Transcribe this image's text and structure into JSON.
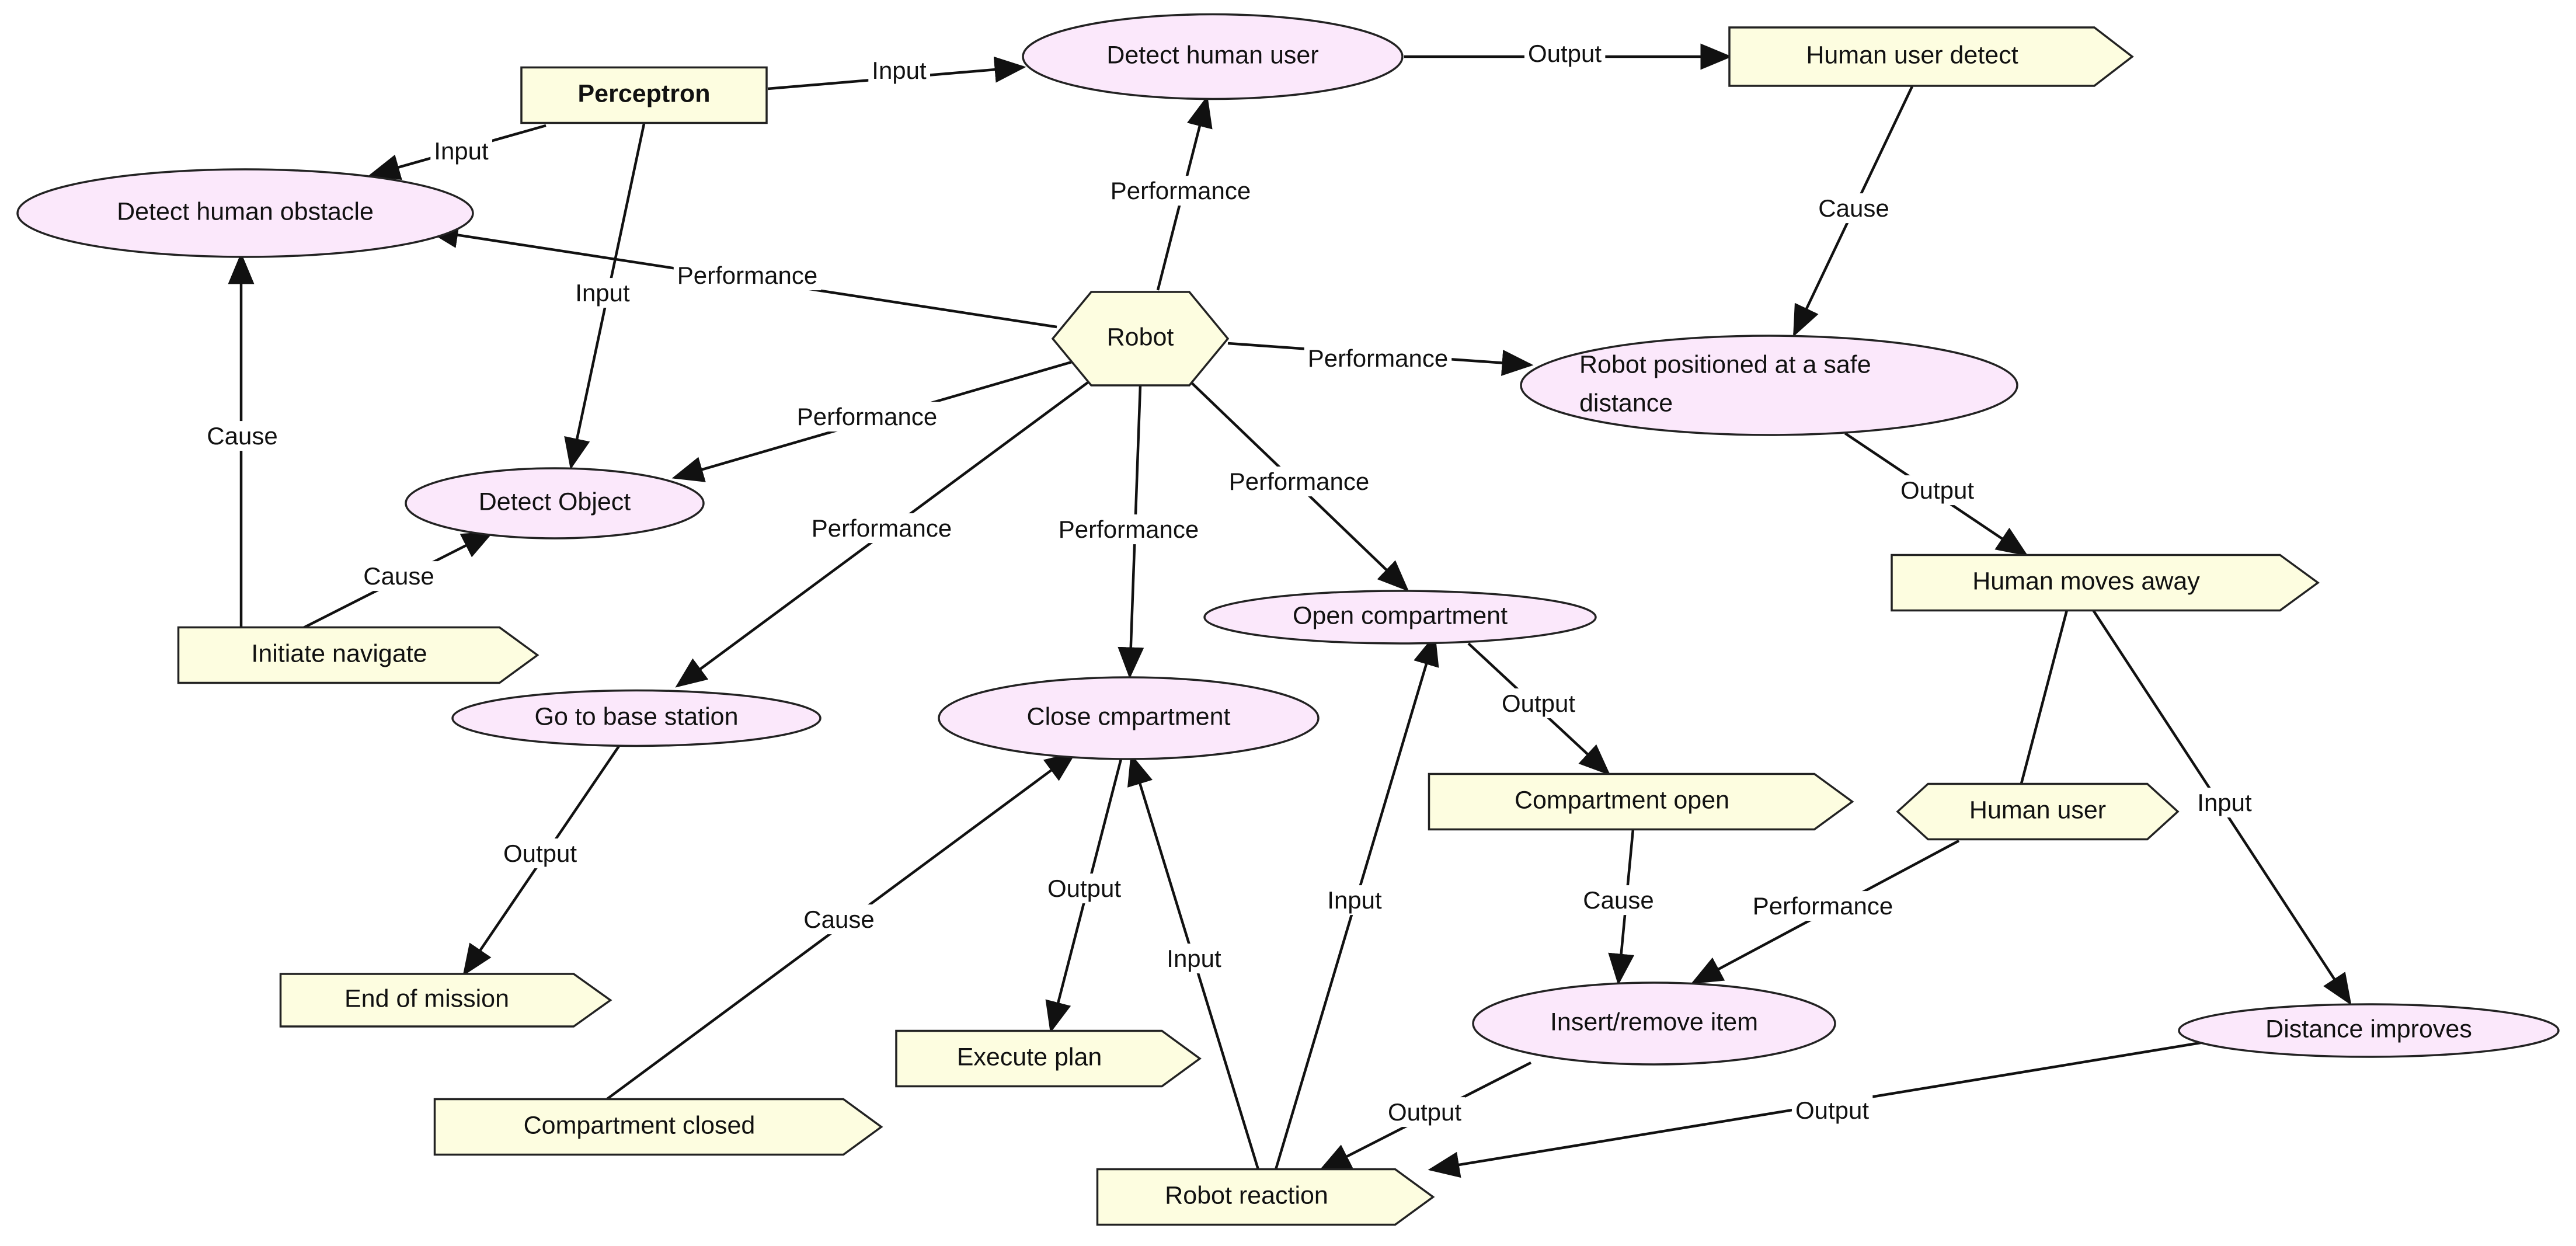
{
  "diagram": {
    "nodes": [
      {
        "id": "perceptron",
        "label": "Perceptron",
        "kind": "rect",
        "bold": true
      },
      {
        "id": "detect_user",
        "label": "Detect human user",
        "kind": "ellipse"
      },
      {
        "id": "human_detect",
        "label": "Human user detect",
        "kind": "arrow"
      },
      {
        "id": "detect_obstacle",
        "label": "Detect human obstacle",
        "kind": "ellipse"
      },
      {
        "id": "robot",
        "label": "Robot",
        "kind": "hexagon"
      },
      {
        "id": "robot_safe",
        "label": [
          "Robot positioned at a safe",
          "distance"
        ],
        "kind": "ellipse"
      },
      {
        "id": "detect_object",
        "label": "Detect Object",
        "kind": "ellipse"
      },
      {
        "id": "initiate_nav",
        "label": "Initiate navigate",
        "kind": "arrow"
      },
      {
        "id": "human_moves",
        "label": "Human moves away",
        "kind": "arrow"
      },
      {
        "id": "open_comp",
        "label": "Open compartment",
        "kind": "ellipse"
      },
      {
        "id": "go_base",
        "label": "Go to base station",
        "kind": "ellipse"
      },
      {
        "id": "close_comp",
        "label": "Close cmpartment",
        "kind": "ellipse"
      },
      {
        "id": "comp_open",
        "label": "Compartment open",
        "kind": "arrow"
      },
      {
        "id": "human_user",
        "label": "Human user",
        "kind": "hexagon"
      },
      {
        "id": "end_mission",
        "label": "End of mission",
        "kind": "arrow"
      },
      {
        "id": "insert_remove",
        "label": "Insert/remove item",
        "kind": "ellipse"
      },
      {
        "id": "distance_improves",
        "label": "Distance improves",
        "kind": "ellipse"
      },
      {
        "id": "execute_plan",
        "label": "Execute plan",
        "kind": "arrow"
      },
      {
        "id": "comp_closed",
        "label": "Compartment closed",
        "kind": "arrow"
      },
      {
        "id": "robot_reaction",
        "label": "Robot reaction",
        "kind": "arrow"
      }
    ],
    "edges": [
      {
        "label": "Input",
        "from": "perceptron",
        "to": "detect_user"
      },
      {
        "label": "Output",
        "from": "detect_user",
        "to": "human_detect"
      },
      {
        "label": "Input",
        "from": "perceptron",
        "to": "detect_obstacle"
      },
      {
        "label": "Input",
        "from": "perceptron",
        "to": "detect_object"
      },
      {
        "label": "Performance",
        "from": "robot",
        "to": "detect_user"
      },
      {
        "label": "Performance",
        "from": "robot",
        "to": "detect_obstacle"
      },
      {
        "label": "Performance",
        "from": "robot",
        "to": "robot_safe"
      },
      {
        "label": "Performance",
        "from": "robot",
        "to": "detect_object"
      },
      {
        "label": "Performance",
        "from": "robot",
        "to": "go_base"
      },
      {
        "label": "Performance",
        "from": "robot",
        "to": "close_comp"
      },
      {
        "label": "Performance",
        "from": "robot",
        "to": "open_comp"
      },
      {
        "label": "Cause",
        "from": "human_detect",
        "to": "robot_safe"
      },
      {
        "label": "Output",
        "from": "robot_safe",
        "to": "human_moves"
      },
      {
        "label": "Cause",
        "from": "initiate_nav",
        "to": "detect_obstacle"
      },
      {
        "label": "Cause",
        "from": "initiate_nav",
        "to": "detect_object"
      },
      {
        "label": "Output",
        "from": "open_comp",
        "to": "comp_open"
      },
      {
        "label": "Output",
        "from": "go_base",
        "to": "end_mission"
      },
      {
        "label": "Cause",
        "from": "comp_closed",
        "to": "close_comp"
      },
      {
        "label": "Output",
        "from": "close_comp",
        "to": "execute_plan"
      },
      {
        "label": "Input",
        "from": "robot_reaction",
        "to": "close_comp"
      },
      {
        "label": "Input",
        "from": "robot_reaction",
        "to": "open_comp"
      },
      {
        "label": "Cause",
        "from": "comp_open",
        "to": "insert_remove"
      },
      {
        "label": "Performance",
        "from": "human_user",
        "to": "insert_remove"
      },
      {
        "label": "Input",
        "from": "human_moves",
        "to": "distance_improves"
      },
      {
        "label": "Output",
        "from": "insert_remove",
        "to": "robot_reaction"
      },
      {
        "label": "Output",
        "from": "distance_improves",
        "to": "robot_reaction"
      }
    ]
  }
}
